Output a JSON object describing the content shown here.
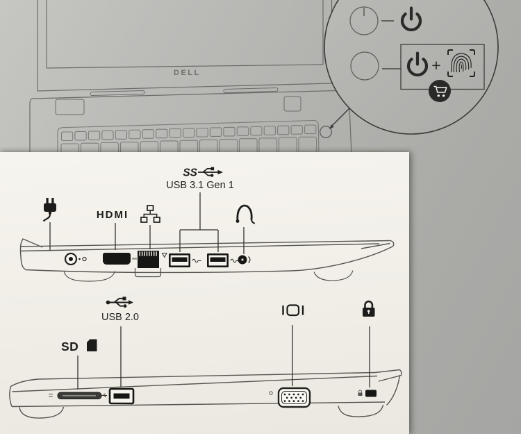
{
  "photo": {
    "paper_color": "#b2b2af",
    "inset_paper_color": "#f1efe8",
    "sketch_line_color": "#5a5a58",
    "ink_color": "#1c1c1a"
  },
  "overview": {
    "brand_logo": "DELL",
    "parts": [
      "display",
      "keyboard",
      "power-button"
    ],
    "callout": {
      "plus_sign": "+",
      "row1_icons": [
        "power-button-drawing",
        "power-icon"
      ],
      "row2_icons": [
        "power-button-drawing",
        "power-icon",
        "fingerprint-icon",
        "cart-icon"
      ]
    }
  },
  "left_view": {
    "labels": {
      "superspeed": "SS",
      "usb31": "USB 3.1 Gen 1",
      "hdmi": "HDMI"
    },
    "icons": [
      "power-adapter-icon",
      "hdmi-wordmark",
      "ethernet-icon",
      "superspeed-usb-icon",
      "headset-icon"
    ],
    "ports": [
      "power-adapter-port",
      "hdmi-port",
      "ethernet-port",
      "usb-a-port-1",
      "usb-a-port-2",
      "headset-jack"
    ]
  },
  "right_view": {
    "labels": {
      "sd": "SD",
      "usb20": "USB 2.0"
    },
    "icons": [
      "sd-card-icon",
      "usb-icon",
      "vga-icon",
      "lock-icon"
    ],
    "ports": [
      "sd-card-slot",
      "usb-a-port",
      "vga-port",
      "security-lock-slot"
    ]
  }
}
